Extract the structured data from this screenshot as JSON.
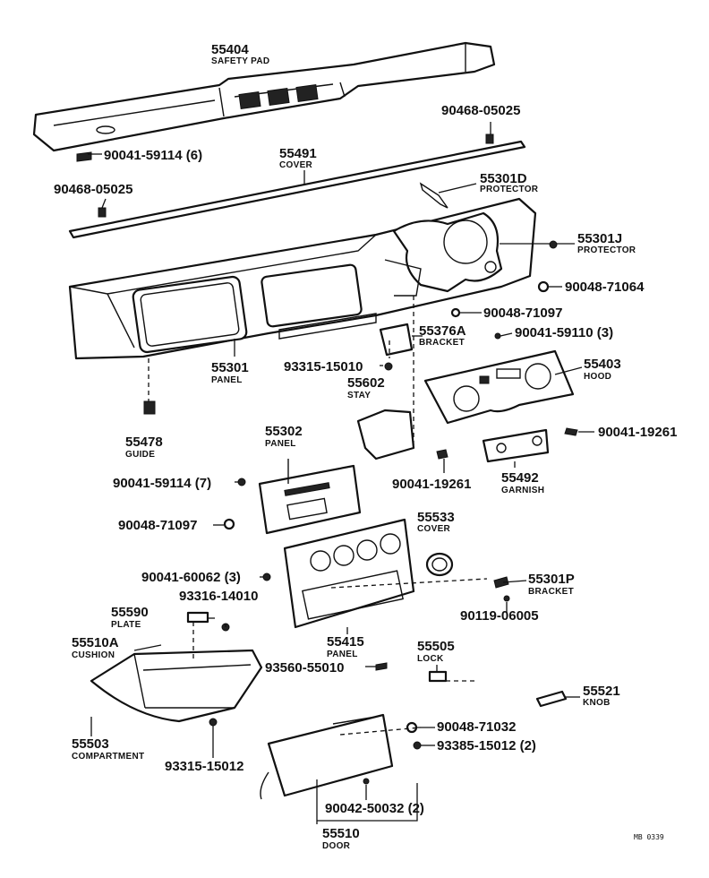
{
  "diagram_code": "MB 0339",
  "parts": [
    {
      "number": "55404",
      "name": "SAFETY PAD"
    },
    {
      "number": "90468-05025",
      "name": ""
    },
    {
      "number": "90041-59114 (6)",
      "name": ""
    },
    {
      "number": "55491",
      "name": "COVER"
    },
    {
      "number": "55301D",
      "name": "PROTECTOR"
    },
    {
      "number": "90468-05025",
      "name": ""
    },
    {
      "number": "55301J",
      "name": "PROTECTOR"
    },
    {
      "number": "90048-71064",
      "name": ""
    },
    {
      "number": "90048-71097",
      "name": ""
    },
    {
      "number": "55376A",
      "name": "BRACKET"
    },
    {
      "number": "90041-59110 (3)",
      "name": ""
    },
    {
      "number": "55301",
      "name": "PANEL"
    },
    {
      "number": "93315-15010",
      "name": ""
    },
    {
      "number": "55602",
      "name": "STAY"
    },
    {
      "number": "55403",
      "name": "HOOD"
    },
    {
      "number": "55478",
      "name": "GUIDE"
    },
    {
      "number": "55302",
      "name": "PANEL"
    },
    {
      "number": "90041-19261",
      "name": ""
    },
    {
      "number": "90041-19261",
      "name": ""
    },
    {
      "number": "55492",
      "name": "GARNISH"
    },
    {
      "number": "90041-59114 (7)",
      "name": ""
    },
    {
      "number": "90048-71097",
      "name": ""
    },
    {
      "number": "55533",
      "name": "COVER"
    },
    {
      "number": "90041-60062 (3)",
      "name": ""
    },
    {
      "number": "55301P",
      "name": "BRACKET"
    },
    {
      "number": "93316-14010",
      "name": ""
    },
    {
      "number": "55590",
      "name": "PLATE"
    },
    {
      "number": "90119-06005",
      "name": ""
    },
    {
      "number": "55510A",
      "name": "CUSHION"
    },
    {
      "number": "55415",
      "name": "PANEL"
    },
    {
      "number": "55505",
      "name": "LOCK"
    },
    {
      "number": "93560-55010",
      "name": ""
    },
    {
      "number": "55521",
      "name": "KNOB"
    },
    {
      "number": "90048-71032",
      "name": ""
    },
    {
      "number": "55503",
      "name": "COMPARTMENT"
    },
    {
      "number": "93385-15012 (2)",
      "name": ""
    },
    {
      "number": "93315-15012",
      "name": ""
    },
    {
      "number": "90042-50032 (2)",
      "name": ""
    },
    {
      "number": "55510",
      "name": "DOOR"
    }
  ]
}
